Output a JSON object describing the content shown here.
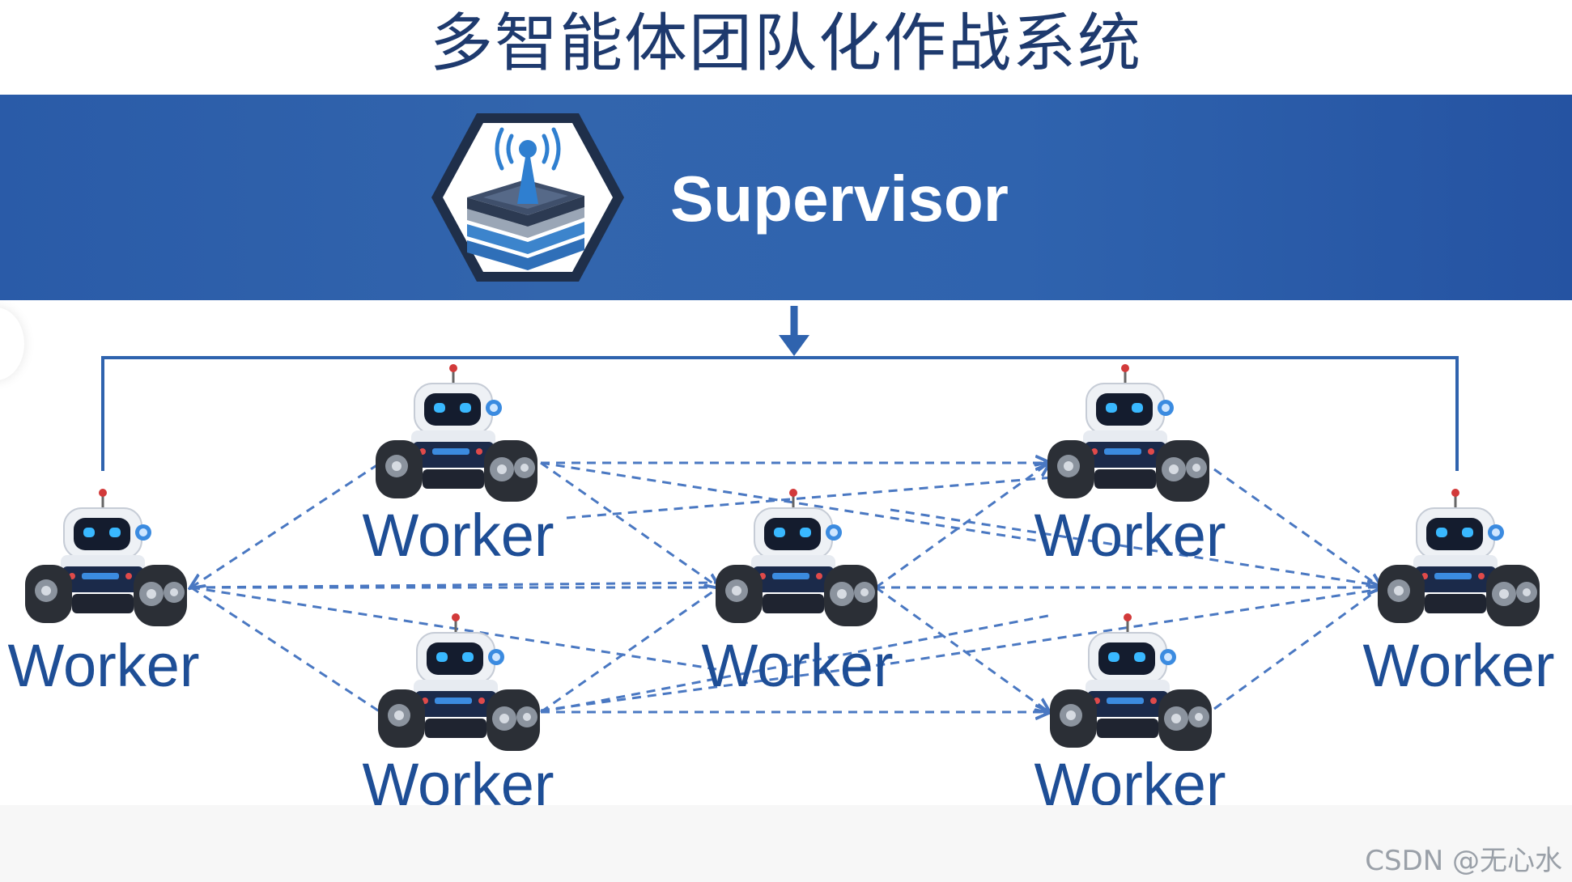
{
  "title": "多智能体团队化作战系统",
  "supervisor": {
    "label": "Supervisor",
    "icon": "antenna-stack-icon"
  },
  "workers": [
    {
      "id": "w-left",
      "label": "Worker"
    },
    {
      "id": "w-top-left",
      "label": "Worker"
    },
    {
      "id": "w-bottom-left",
      "label": "Worker"
    },
    {
      "id": "w-center",
      "label": "Worker"
    },
    {
      "id": "w-top-right",
      "label": "Worker"
    },
    {
      "id": "w-bottom-right",
      "label": "Worker"
    },
    {
      "id": "w-right",
      "label": "Worker"
    }
  ],
  "watermark": "CSDN @无心水",
  "colors": {
    "banner": "#2f63ae",
    "title": "#1e3a6e",
    "worker_label": "#1e4e96",
    "connector": "#2f63ae",
    "dashed_link": "#4a78c2"
  }
}
